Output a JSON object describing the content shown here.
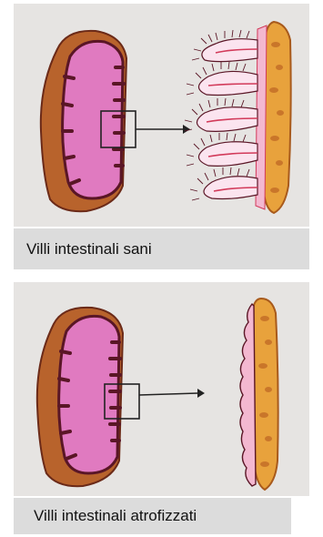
{
  "illustrations": [
    {
      "caption": "Villi intestinali sani",
      "state": "healthy",
      "colors": {
        "outer_wall": "#b8632c",
        "mucosa": "#e07ac0",
        "villi_edge": "#5a1626",
        "submucosa": "#e8a23c",
        "vessels": "#d23a5a"
      }
    },
    {
      "caption": "Villi intestinali atrofizzati",
      "state": "atrophied",
      "colors": {
        "outer_wall": "#b8632c",
        "mucosa": "#e07ac0",
        "villi_edge": "#5a1626",
        "submucosa": "#e8a23c",
        "vessels": "#d23a5a"
      }
    }
  ]
}
